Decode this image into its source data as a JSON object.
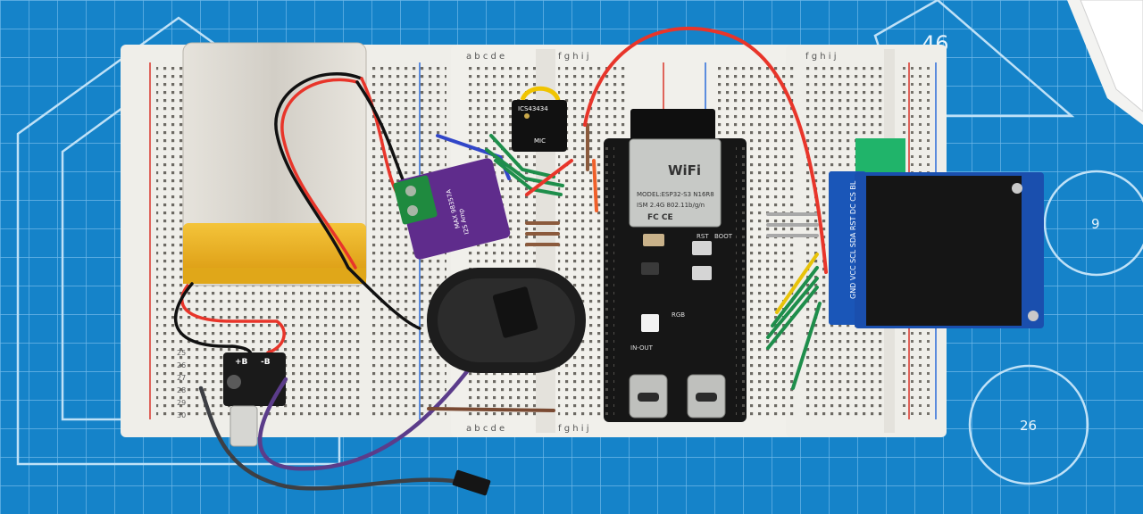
{
  "mat": {
    "corner_number": "46",
    "circle_number": "26",
    "side_number": "9",
    "colors": {
      "mat": "#1583c9",
      "grid": "#6fb8e8",
      "mark": "#bfe1f7"
    }
  },
  "breadboard": {
    "column_letters_left": "a b c d e",
    "column_letters_right": "f g h i j",
    "row_numbers": [
      "25",
      "26",
      "27",
      "28",
      "29",
      "30"
    ],
    "color": "#efeee9"
  },
  "esp32": {
    "module_brand": "WiFi",
    "module_model": "MODEL:ESP32-S3 N16R8",
    "module_freq": "ISM 2.4G 802.11b/g/n",
    "module_cert": "FC CE",
    "button_rst": "RST",
    "button_boot": "BOOT",
    "rgb_label": "RGB",
    "port_label": "IN-OUT",
    "colors": {
      "pcb": "#161616",
      "shield": "#c7c9c6"
    }
  },
  "microphone": {
    "chip_label": "ICS43434",
    "mic_label": "MIC"
  },
  "amplifier": {
    "chip_label": "MAX 98357A",
    "sub_label": "I2S Amp"
  },
  "display": {
    "pin_labels": "GND VCC SCL SDA RST DC CS BL"
  },
  "charger": {
    "label_plus": "+B",
    "label_minus": "-B"
  },
  "battery": {
    "colors": {
      "foil": "#d9d6cf",
      "tape": "#f0b21c"
    }
  }
}
